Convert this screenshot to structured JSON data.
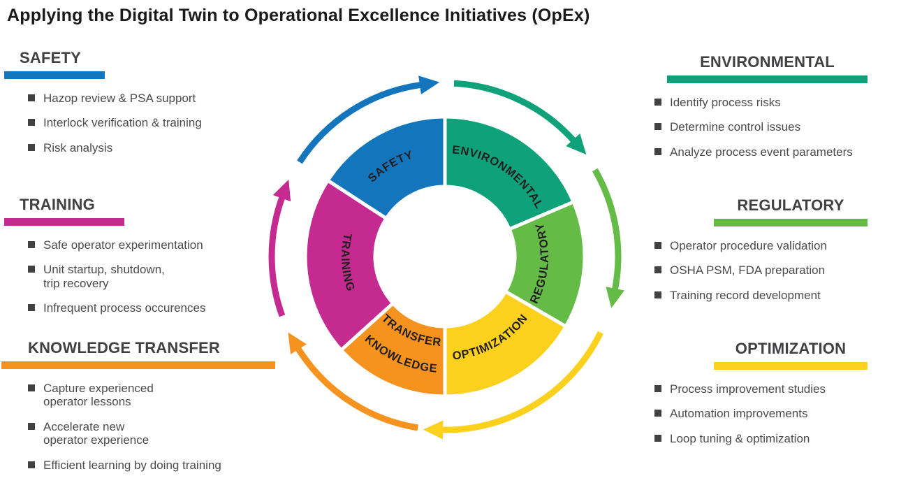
{
  "title": "Applying the Digital Twin to Operational Excellence Initiatives (OpEx)",
  "palette": {
    "blue": "#1376bd",
    "teal": "#0fa27a",
    "green": "#64bb46",
    "yellow": "#fcd11d",
    "orange": "#f6921e",
    "magenta": "#c42a8f",
    "heading_text": "#414042",
    "body_text": "#4b4b4d",
    "segment_label_text": "#231f20"
  },
  "sections": {
    "safety": {
      "heading": "SAFETY",
      "underline_color": "#1376bd",
      "items": [
        "Hazop review & PSA support",
        "Interlock verification & training",
        "Risk analysis"
      ]
    },
    "training": {
      "heading": "TRAINING",
      "underline_color": "#c42a8f",
      "items": [
        "Safe operator experimentation",
        "Unit startup, shutdown,\ntrip recovery",
        "Infrequent process occurences"
      ]
    },
    "knowledge_transfer": {
      "heading": "KNOWLEDGE TRANSFER",
      "underline_color": "#f6921e",
      "items": [
        "Capture experienced\noperator lessons",
        "Accelerate new\noperator experience",
        "Efficient learning by doing training"
      ]
    },
    "environmental": {
      "heading": "ENVIRONMENTAL",
      "underline_color": "#0fa27a",
      "items": [
        "Identify process risks",
        "Determine control issues",
        "Analyze process event parameters"
      ]
    },
    "regulatory": {
      "heading": "REGULATORY",
      "underline_color": "#64bb46",
      "items": [
        "Operator procedure validation",
        "OSHA PSM, FDA preparation",
        "Training record development"
      ]
    },
    "optimization": {
      "heading": "OPTIMIZATION",
      "underline_color": "#fcd11d",
      "items": [
        "Process improvement studies",
        "Automation improvements",
        "Loop tuning & optimization"
      ]
    }
  },
  "donut": {
    "flow": "clockwise",
    "segments": [
      {
        "id": "environmental",
        "label": "ENVIRONMENTAL",
        "color": "#0fa27a"
      },
      {
        "id": "regulatory",
        "label": "REGULATORY",
        "color": "#64bb46"
      },
      {
        "id": "optimization",
        "label": "OPTIMIZATION",
        "color": "#fcd11d"
      },
      {
        "id": "knowledge-transfer",
        "label": "KNOWLEDGE TRANSFER",
        "label_lines": [
          "KNOWLEDGE",
          "TRANSFER"
        ],
        "color": "#f6921e"
      },
      {
        "id": "training",
        "label": "TRAINING",
        "color": "#c42a8f"
      },
      {
        "id": "safety",
        "label": "SAFETY",
        "color": "#1376bd"
      }
    ],
    "cycle_arrows": [
      {
        "color": "#1376bd",
        "position": "top-left"
      },
      {
        "color": "#0fa27a",
        "position": "top-right"
      },
      {
        "color": "#64bb46",
        "position": "right"
      },
      {
        "color": "#fcd11d",
        "position": "bottom"
      },
      {
        "color": "#f6921e",
        "position": "bottom-left"
      },
      {
        "color": "#c42a8f",
        "position": "left"
      }
    ]
  }
}
